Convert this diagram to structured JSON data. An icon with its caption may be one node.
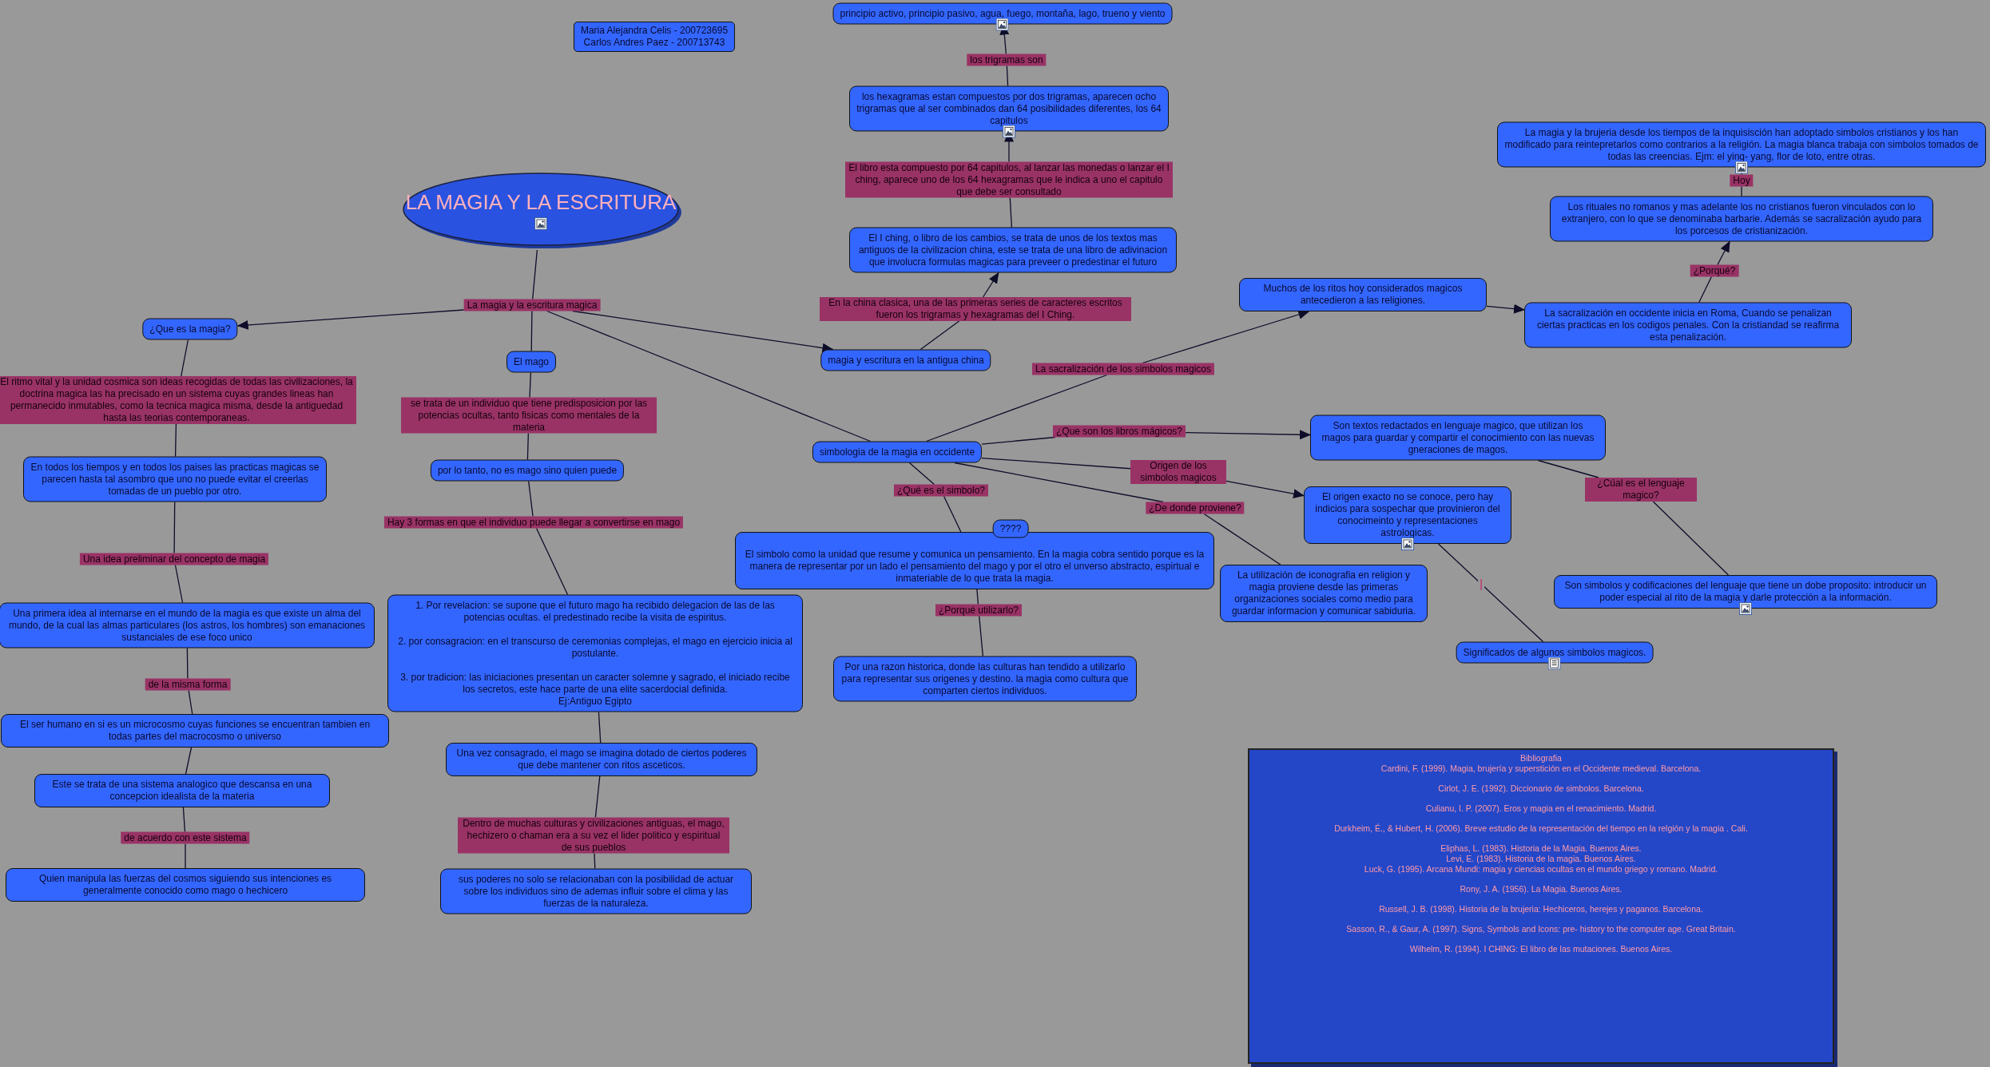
{
  "diagram": {
    "nodes": [
      {
        "text": [
          "Maria Alejandra Celis - 200723695",
          "Carlos Andres Paez - 200713743"
        ]
      },
      {
        "text": [
          "LA MAGIA Y LA ESCRITURA"
        ]
      },
      {
        "text": [
          "La magia y la escritura magica"
        ]
      },
      {
        "text": [
          "¿Que es la magia?"
        ]
      },
      {
        "text": [
          "El ritmo vital y la unidad cosmica son ideas recogidas de todas las civilizaciones, la doctrina magica las ha precisado en un sistema cuyas grandes lineas han permanecido inmutables, como la tecnica magica misma, desde la antiguedad hasta las teorias contemporaneas."
        ]
      },
      {
        "text": [
          "En todos los tiempos y en todos los paises las practicas magicas se parecen hasta tal asombro que uno no puede evitar el creerlas tomadas de un pueblo por otro."
        ]
      },
      {
        "text": [
          "Una idea preliminar del concepto de magia"
        ]
      },
      {
        "text": [
          "Una primera idea al internarse en el mundo de la magia es que existe un alma del mundo, de la cual las almas particulares (los astros, los hombres) son emanaciones sustanciales de ese foco unico"
        ]
      },
      {
        "text": [
          "de la misma forma"
        ]
      },
      {
        "text": [
          "El ser humano en si es un microcosmo cuyas funciones se encuentran tambien en todas partes del macrocosmo o universo"
        ]
      },
      {
        "text": [
          "Este se trata de una sistema analogico que descansa en una concepcion idealista de la materia"
        ]
      },
      {
        "text": [
          "de acuerdo con este sistema"
        ]
      },
      {
        "text": [
          "Quien manipula las fuerzas del cosmos siguiendo sus intenciones es generalmente conocido como mago o hechicero"
        ]
      },
      {
        "text": [
          "El mago"
        ]
      },
      {
        "text": [
          "se trata de un individuo que tiene predisposicion por las potencias ocultas, tanto fisicas como mentales de la materia"
        ]
      },
      {
        "text": [
          "por lo tanto, no es mago sino quien puede"
        ]
      },
      {
        "text": [
          "Hay 3 formas en que el individuo puede llegar a convertirse en mago"
        ]
      },
      {
        "text": [
          "1. Por revelacion: se supone que el futuro mago ha recibido delegacion de las de las potencias ocultas. el predestinado recibe la visita de espiritus.",
          "2. por consagracion: en el transcurso de ceremonias complejas, el mago en ejercicio inicia al postulante.",
          "3. por tradicion: las iniciaciones presentan un caracter solemne y sagrado, el iniciado recibe los secretos, este hace parte de una elite sacerdocial definida.",
          "Ej:Antiguo Egipto"
        ]
      },
      {
        "text": [
          "Una vez consagrado, el mago se imagina dotado de ciertos poderes que debe mantener con ritos asceticos."
        ]
      },
      {
        "text": [
          "Dentro de muchas culturas y civilizaciones antiguas, el mago, hechizero o chaman era a su vez el lider politico y espiritual de sus pueblos"
        ]
      },
      {
        "text": [
          "sus poderes no solo se relacionaban con la posibilidad de actuar sobre los individuos sino de ademas influir sobre el clima y las fuerzas de la naturaleza."
        ]
      },
      {
        "text": [
          "magia  y escritura en la antigua china"
        ]
      },
      {
        "text": [
          "En la china clasica, una de las primeras series de caracteres escritos fueron los trigramas y hexagramas del I Ching."
        ]
      },
      {
        "text": [
          "El I ching, o libro de los cambios, se trata de unos de los textos mas antiguos de la civilizacion china, este se trata de una libro de adivinacion que involucra formulas magicas para preveer o predestinar el futuro"
        ]
      },
      {
        "text": [
          "El libro esta compuesto por 64 capitulos, al lanzar las monedas o lanzar el I ching, aparece uno de los 64 hexagramas que le indica a uno el capitulo que debe ser consultado"
        ]
      },
      {
        "text": [
          "los hexagramas estan compuestos por dos trigramas, aparecen ocho trigramas que al ser combinados dan 64 posibilidades diferentes, los 64 capitulos"
        ]
      },
      {
        "text": [
          "los trigramas son"
        ]
      },
      {
        "text": [
          "principio activo, principio pasivo, agua, fuego, montaña, lago, trueno y viento"
        ]
      },
      {
        "text": [
          "simbologia de la magia en occidente"
        ]
      },
      {
        "text": [
          "La sacralización de los simbolos magicos"
        ]
      },
      {
        "text": [
          "Muchos de los ritos hoy considerados magicos antecedieron a las religiones."
        ]
      },
      {
        "text": [
          "La sacralización en occidente inicia en Roma, Cuando se penalizan ciertas practicas en los codigos penales. Con la cristiandad se reafirma esta penalización."
        ]
      },
      {
        "text": [
          "¿Porqué?"
        ]
      },
      {
        "text": [
          "Los rituales no romanos y mas adelante los no cristianos fueron vinculados con lo extranjero, con lo que se denominaba barbarie. Además se sacralización ayudo para los porcesos de cristianización."
        ]
      },
      {
        "text": [
          "Hoy"
        ]
      },
      {
        "text": [
          "La magia y la brujeria desde los tiempos de la inquisisción han adoptado simbolos cristianos y los han modificado para reintepretarlos como contrarios a la religión. La magia blanca trabaja con simbolos tomados de todas las creencias. Ejm: el ying- yang, flor de loto, entre otras."
        ]
      },
      {
        "text": [
          "¿Que son los libros mágicos?"
        ]
      },
      {
        "text": [
          "Son textos redactados en lenguaje magico, que utilizan los magos para guardar y compartir el conocimiento con las nuevas gneraciones de magos."
        ]
      },
      {
        "text": [
          "¿Cúal es el lenguaje magico?"
        ]
      },
      {
        "text": [
          "Son simbolos y codificaciones del lenguaje que tiene un dobe proposito: introducir un poder especial al rito de la magia y darle protección a la información."
        ]
      },
      {
        "text": [
          "Origen de los simbolos magicos"
        ]
      },
      {
        "text": [
          "El origen exacto no se conoce, pero hay indicios para sospechar que provinieron del conocimeinto y representaciones astrologicas."
        ]
      },
      {
        "text": [
          "Significados de algunos simbolos magicos."
        ]
      },
      {
        "text": [
          "¿De donde proviene?"
        ]
      },
      {
        "text": [
          "La utilización de iconografia en religion y magia proviene desde las primeras organizaciones sociales como medio para guardar informacion y comunicar sabiduria."
        ]
      },
      {
        "text": [
          "¿Qué es el simbolo?"
        ]
      },
      {
        "text": [
          "El simbolo como la unidad que resume y comunica un pensamiento. En la magia cobra sentido porque es la manera de representar por un lado el pensamiento del mago y por el otro el unverso abstracto, espirtual e inmateriable de lo que trata la magia."
        ]
      },
      {
        "text": [
          "????"
        ]
      },
      {
        "text": [
          "¿Porqué utilizarlo?"
        ]
      },
      {
        "text": [
          "Por una razon historica, donde las culturas han tendido a utilizarlo para representar sus origenes y destino. la magia como cultura que comparten ciertos individuos."
        ]
      },
      {
        "text": [
          "Bibliografia",
          "Cardini, F. (1999). Magia, brujería y superstición en el Occidente medieval. Barcelona.",
          "Cirlot, J. E. (1992). Diccionario de simbolos. Barcelona.",
          "Culianu, I. P. (2007). Eros y magia en el renacimiento. Madrid.",
          "Durkheim, É., & Hubert, H. (2006). Breve estudio de la representación del tiempo en la relgión y la magia . Cali.",
          "Eliphas, L. (1983). Historia de la Magia. Buenos Aires.",
          "Levi, E. (1983). Historia de la magia. Buenos Aires.",
          "Luck, G. (1995). Arcana Mundi: magia y ciencias ocultas en el mundo griego y romano. Madrid.",
          "Rony, J. A. (1956). La Magia. Buenos Aires.",
          "Russell, J. B. (1998). Historia de la brujeria: Hechiceros, herejes y paganos. Barcelona.",
          "Sasson, R., & Gaur, A. (1997). Signs, Symbols and Icons: pre- history to the computer age. Great Britain.",
          "Wilhelm, R. (1994). I CHING: El libro de las mutaciones. Buenos Aires."
        ]
      }
    ],
    "edges": [
      {
        "from": 1,
        "to": 2,
        "arrow": "none"
      },
      {
        "from": 2,
        "to": 3,
        "arrow": "to"
      },
      {
        "from": 2,
        "to": 13,
        "arrow": "none"
      },
      {
        "from": 2,
        "to": 21,
        "arrow": "to"
      },
      {
        "from": 2,
        "to": 28,
        "arrow": "none"
      },
      {
        "from": 3,
        "to": 4,
        "arrow": "none"
      },
      {
        "from": 4,
        "to": 5,
        "arrow": "none"
      },
      {
        "from": 5,
        "to": 6,
        "arrow": "none"
      },
      {
        "from": 6,
        "to": 7,
        "arrow": "none"
      },
      {
        "from": 7,
        "to": 8,
        "arrow": "none"
      },
      {
        "from": 8,
        "to": 9,
        "arrow": "none"
      },
      {
        "from": 9,
        "to": 10,
        "arrow": "none"
      },
      {
        "from": 10,
        "to": 11,
        "arrow": "none"
      },
      {
        "from": 11,
        "to": 12,
        "arrow": "none"
      },
      {
        "from": 13,
        "to": 14,
        "arrow": "none"
      },
      {
        "from": 14,
        "to": 15,
        "arrow": "none"
      },
      {
        "from": 15,
        "to": 16,
        "arrow": "none"
      },
      {
        "from": 16,
        "to": 17,
        "arrow": "none"
      },
      {
        "from": 17,
        "to": 18,
        "arrow": "none"
      },
      {
        "from": 18,
        "to": 19,
        "arrow": "none"
      },
      {
        "from": 19,
        "to": 20,
        "arrow": "none"
      },
      {
        "from": 21,
        "to": 22,
        "arrow": "none"
      },
      {
        "from": 22,
        "to": 23,
        "arrow": "to"
      },
      {
        "from": 23,
        "to": 24,
        "arrow": "none"
      },
      {
        "from": 24,
        "to": 25,
        "arrow": "to"
      },
      {
        "from": 25,
        "to": 26,
        "arrow": "none"
      },
      {
        "from": 26,
        "to": 27,
        "arrow": "to"
      },
      {
        "from": 28,
        "to": 29,
        "arrow": "none"
      },
      {
        "from": 29,
        "to": 30,
        "arrow": "to"
      },
      {
        "from": 30,
        "to": 31,
        "arrow": "to"
      },
      {
        "from": 31,
        "to": 32,
        "arrow": "none"
      },
      {
        "from": 32,
        "to": 33,
        "arrow": "to"
      },
      {
        "from": 33,
        "to": 34,
        "arrow": "none"
      },
      {
        "from": 34,
        "to": 35,
        "arrow": "none"
      },
      {
        "from": 28,
        "to": 36,
        "arrow": "none"
      },
      {
        "from": 36,
        "to": 37,
        "arrow": "to"
      },
      {
        "from": 37,
        "to": 38,
        "arrow": "none"
      },
      {
        "from": 38,
        "to": 39,
        "arrow": "none"
      },
      {
        "from": 28,
        "to": 40,
        "arrow": "none"
      },
      {
        "from": 40,
        "to": 41,
        "arrow": "to"
      },
      {
        "from": 41,
        "to": 42,
        "arrow": "none",
        "label": "|"
      },
      {
        "from": 28,
        "to": 43,
        "arrow": "none"
      },
      {
        "from": 43,
        "to": 44,
        "arrow": "none"
      },
      {
        "from": 28,
        "to": 45,
        "arrow": "none"
      },
      {
        "from": 45,
        "to": 46,
        "arrow": "none"
      },
      {
        "from": 46,
        "to": 48,
        "arrow": "none"
      },
      {
        "from": 48,
        "to": 49,
        "arrow": "none"
      }
    ]
  }
}
